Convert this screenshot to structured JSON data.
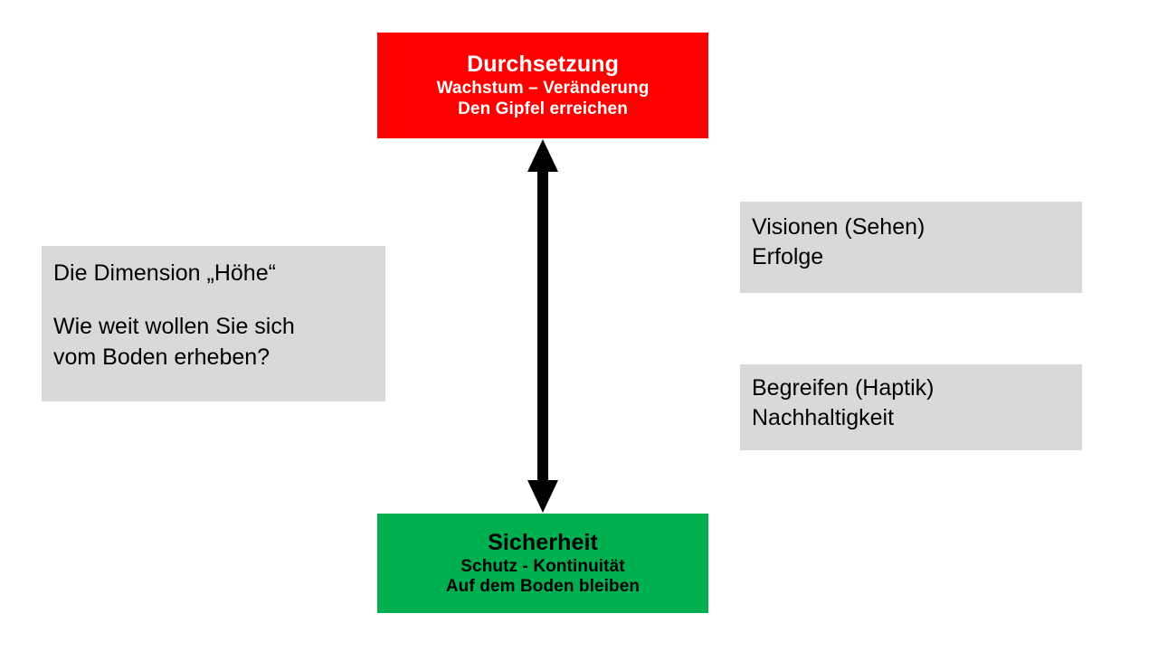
{
  "diagram": {
    "type": "two-pole-axis-diagram",
    "background_color": "#FFFFFF",
    "colors": {
      "top_pole": "#FF0000",
      "bottom_pole": "#00B050",
      "caption_box": "#D9D9D9",
      "arrow": "#000000",
      "top_pole_text": "#FFFFFF",
      "bottom_pole_text": "#000000"
    },
    "top_pole": {
      "title": "Durchsetzung",
      "line2": "Wachstum – Veränderung",
      "line3": "Den Gipfel erreichen"
    },
    "bottom_pole": {
      "title": "Sicherheit",
      "line2": "Schutz - Kontinuität",
      "line3": "Auf dem Boden bleiben"
    },
    "left_caption": {
      "line1": "Die Dimension „Höhe“",
      "line2": "Wie weit wollen Sie sich",
      "line3": "vom Boden erheben?"
    },
    "right_caption_top": {
      "line1": "Visionen (Sehen)",
      "line2": "Erfolge"
    },
    "right_caption_bottom": {
      "line1": "Begreifen (Haptik)",
      "line2": "Nachhaltigkeit"
    },
    "arrow": {
      "name": "double-headed-vertical-arrow",
      "direction": "both",
      "from": "Durchsetzung",
      "to": "Sicherheit"
    }
  }
}
